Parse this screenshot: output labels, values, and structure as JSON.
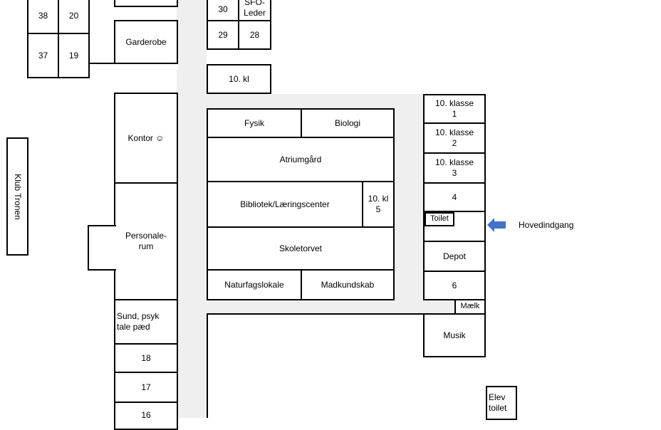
{
  "rooms": {
    "r38": "38",
    "r20": "20",
    "r37": "37",
    "r19": "19",
    "r30": "30",
    "sfo": "SFO-\nLeder",
    "r29": "29",
    "r28": "28",
    "garderobe": "Garderobe",
    "kl10_top": "10. kl",
    "kontor": "Kontor ☺",
    "personalerum": "Personale-\nrum",
    "sund": "Sund, psyk\ntale pæd",
    "r18": "18",
    "r17": "17",
    "r16": "16",
    "fysik": "Fysik",
    "biologi": "Biologi",
    "atrium": "Atriumgård",
    "bibliotek": "Bibliotek/Læringscenter",
    "kl10_5": "10. kl\n5",
    "skoletorvet": "Skoletorvet",
    "naturfag": "Naturfagslokale",
    "madkundskab": "Madkundskab",
    "kl10_1": "10. klasse\n1",
    "kl10_2": "10. klasse\n2",
    "kl10_3": "10. klasse\n3",
    "r4": "4",
    "toilet": "Toilet",
    "depot": "Depot",
    "r6": "6",
    "maelk": "Mælk",
    "musik": "Musik",
    "elev_toilet": "Elev\ntoilet"
  },
  "klub_tronen": "Klub Tronen",
  "hovedindgang": "Hovedindgang",
  "arrow_color": "#4472c4"
}
